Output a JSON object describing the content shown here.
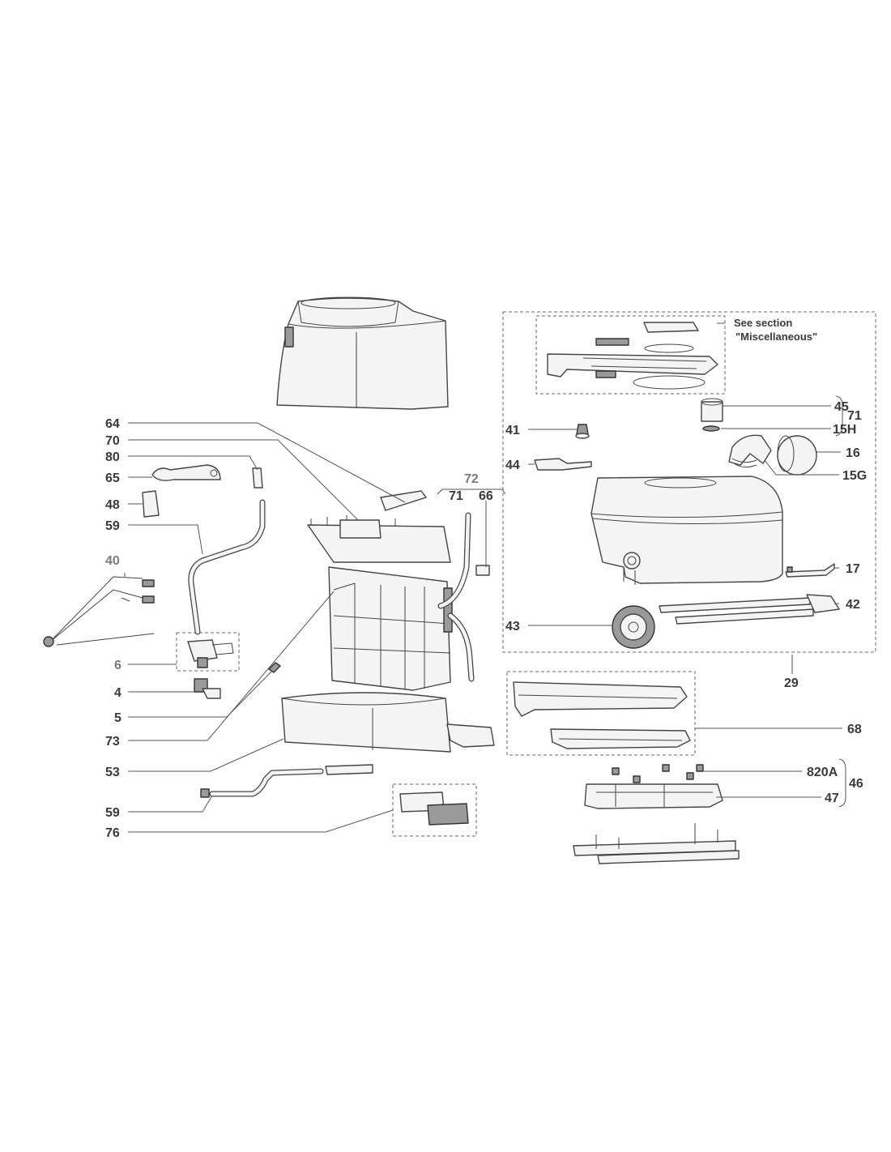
{
  "diagram": {
    "note": [
      "See section",
      "\"Miscellaneous\""
    ],
    "labels": {
      "l64": "64",
      "l70": "70",
      "l80": "80",
      "l65": "65",
      "l48": "48",
      "l59a": "59",
      "l40": "40",
      "l6": "6",
      "l4": "4",
      "l5": "5",
      "l73": "73",
      "l53": "53",
      "l59b": "59",
      "l76": "76",
      "l72": "72",
      "l71a": "71",
      "l66": "66",
      "l45": "45",
      "l71b": "71",
      "l15H": "15H",
      "l41": "41",
      "l16": "16",
      "l44": "44",
      "l15G": "15G",
      "l17": "17",
      "l42": "42",
      "l43": "43",
      "l29": "29",
      "l68": "68",
      "l820A": "820A",
      "l46": "46",
      "l47": "47"
    }
  }
}
